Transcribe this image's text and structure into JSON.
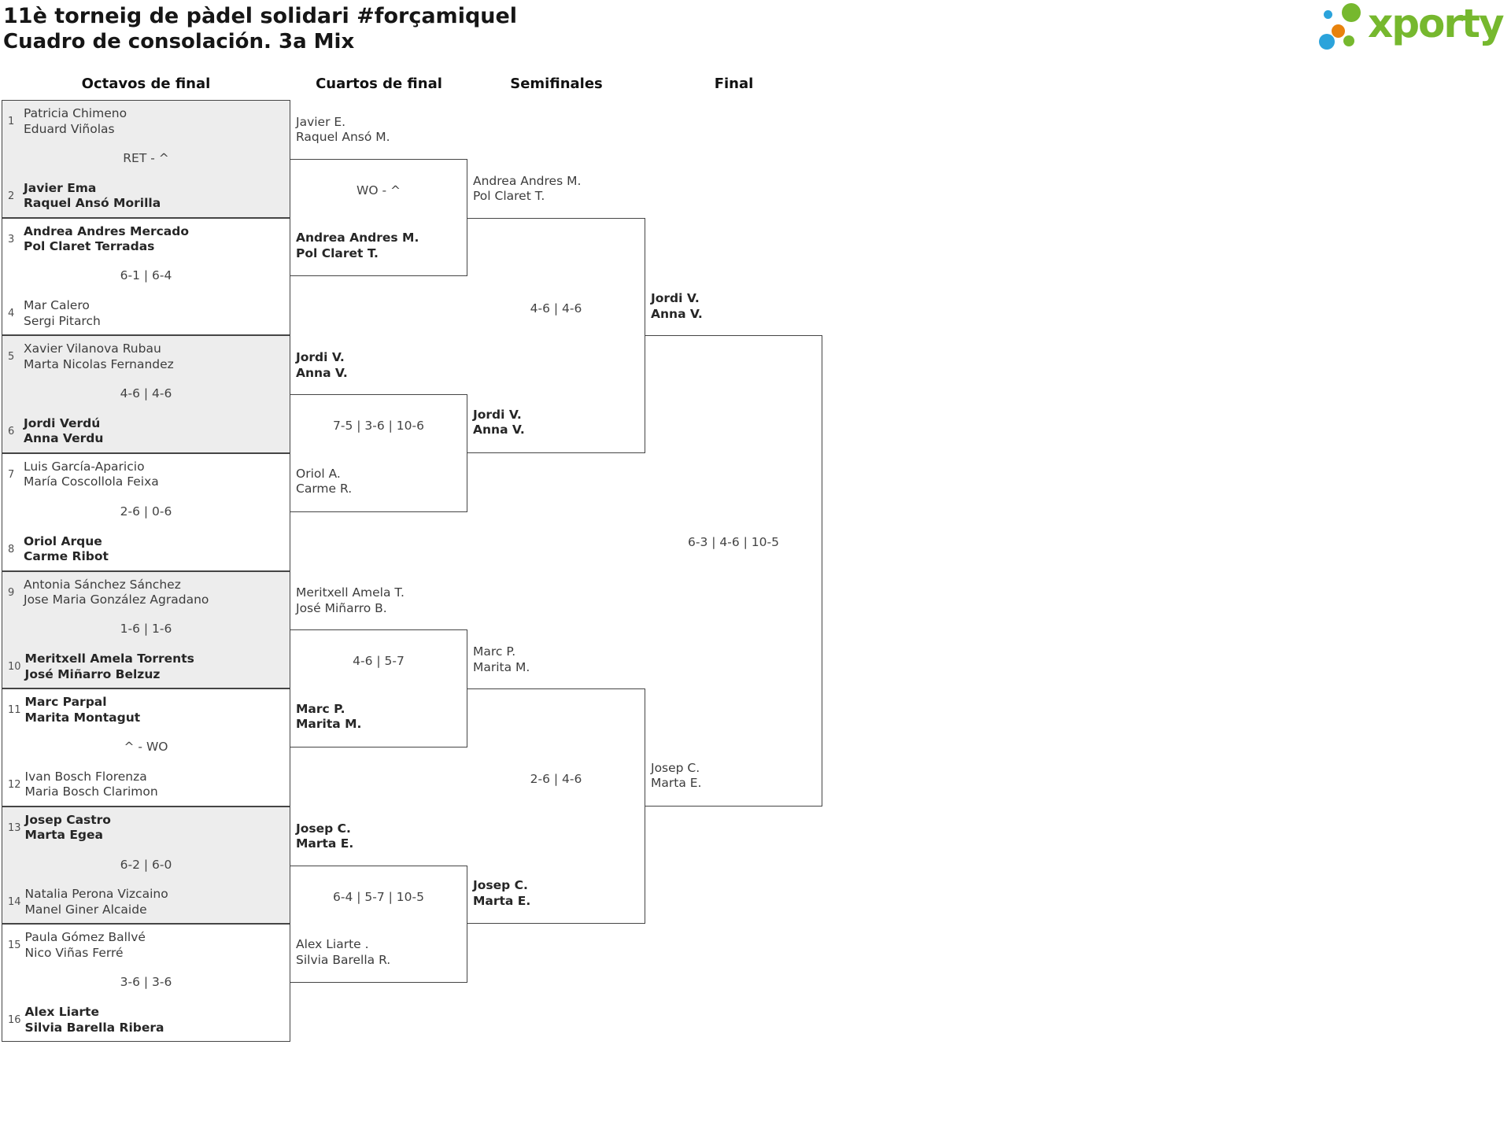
{
  "header": {
    "title_line1": "11è torneig de pàdel solidari #forçamiquel",
    "title_line2": "Cuadro de consolación. 3a Mix",
    "logo_text": "xporty"
  },
  "colors": {
    "logo_green": "#76b82e",
    "logo_blue": "#2ba3db",
    "logo_orange": "#e8820c",
    "bracket_line": "#454545",
    "row_alt_fill": "#ededed",
    "text": "#3c3c3c"
  },
  "rounds": [
    {
      "label": "Octavos de final"
    },
    {
      "label": "Cuartos de final"
    },
    {
      "label": "Semifinales"
    },
    {
      "label": "Final"
    }
  ],
  "octavos": [
    {
      "seed_a": "1",
      "a1": "Patricia Chimeno",
      "a2": "Eduard Viñolas",
      "score": "RET - ^",
      "seed_b": "2",
      "b1": "Javier Ema",
      "b2": "Raquel Ansó Morilla",
      "winner": "b"
    },
    {
      "seed_a": "3",
      "a1": "Andrea Andres Mercado",
      "a2": "Pol Claret Terradas",
      "score": "6-1 | 6-4",
      "seed_b": "4",
      "b1": "Mar Calero",
      "b2": "Sergi Pitarch",
      "winner": "a"
    },
    {
      "seed_a": "5",
      "a1": "Xavier Vilanova Rubau",
      "a2": "Marta Nicolas Fernandez",
      "score": "4-6 | 4-6",
      "seed_b": "6",
      "b1": "Jordi Verdú",
      "b2": "Anna Verdu",
      "winner": "b"
    },
    {
      "seed_a": "7",
      "a1": "Luis García-Aparicio",
      "a2": "María Coscollola Feixa",
      "score": "2-6 | 0-6",
      "seed_b": "8",
      "b1": "Oriol Arque",
      "b2": "Carme Ribot",
      "winner": "b"
    },
    {
      "seed_a": "9",
      "a1": "Antonia Sánchez Sánchez",
      "a2": "Jose Maria González Agradano",
      "score": "1-6 | 1-6",
      "seed_b": "10",
      "b1": "Meritxell Amela Torrents",
      "b2": "José Miñarro Belzuz",
      "winner": "b"
    },
    {
      "seed_a": "11",
      "a1": "Marc Parpal",
      "a2": "Marita Montagut",
      "score": "^ - WO",
      "seed_b": "12",
      "b1": "Ivan Bosch Florenza",
      "b2": "Maria Bosch Clarimon",
      "winner": "a"
    },
    {
      "seed_a": "13",
      "a1": "Josep Castro",
      "a2": "Marta Egea",
      "score": "6-2 | 6-0",
      "seed_b": "14",
      "b1": "Natalia Perona Vizcaino",
      "b2": "Manel Giner Alcaide",
      "winner": "a"
    },
    {
      "seed_a": "15",
      "a1": "Paula Gómez Ballvé",
      "a2": "Nico Viñas Ferré",
      "score": "3-6 | 3-6",
      "seed_b": "16",
      "b1": "Alex Liarte",
      "b2": "Silvia Barella Ribera",
      "winner": "b"
    }
  ],
  "cuartos": [
    {
      "a1": "Javier E.",
      "a2": "Raquel Ansó M.",
      "score": "WO - ^",
      "b1": "Andrea Andres M.",
      "b2": "Pol Claret T.",
      "winner": "b"
    },
    {
      "a1": "Jordi V.",
      "a2": "Anna V.",
      "score": "7-5 | 3-6 | 10-6",
      "b1": "Oriol A.",
      "b2": "Carme R.",
      "winner": "a"
    },
    {
      "a1": "Meritxell Amela T.",
      "a2": "José Miñarro B.",
      "score": "4-6 | 5-7",
      "b1": "Marc P.",
      "b2": "Marita M.",
      "winner": "b"
    },
    {
      "a1": "Josep C.",
      "a2": "Marta E.",
      "score": "6-4 | 5-7 | 10-5",
      "b1": "Alex Liarte .",
      "b2": "Silvia Barella R.",
      "winner": "a"
    }
  ],
  "semifinales": [
    {
      "a1": "Andrea Andres M.",
      "a2": "Pol Claret T.",
      "score": "4-6 | 4-6",
      "b1": "Jordi V.",
      "b2": "Anna V.",
      "winner": "b"
    },
    {
      "a1": "Marc P.",
      "a2": "Marita M.",
      "score": "2-6 | 4-6",
      "b1": "Josep C.",
      "b2": "Marta E.",
      "winner": "b"
    }
  ],
  "final": [
    {
      "a1": "Jordi V.",
      "a2": "Anna V.",
      "score": "6-3 | 4-6 | 10-5",
      "b1": "Josep C.",
      "b2": "Marta E.",
      "winner": "a"
    }
  ]
}
